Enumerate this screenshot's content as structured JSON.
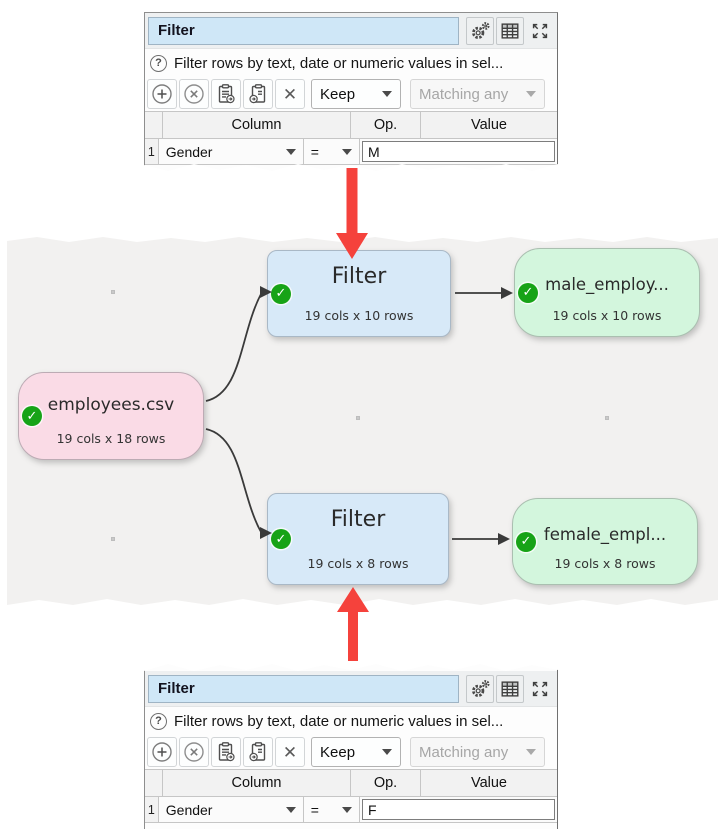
{
  "icons": {
    "check_glyph": "✓",
    "help_glyph": "?",
    "delete_glyph": "✕"
  },
  "colors": {
    "accent_red": "#f5423c",
    "canvas_bg": "#f2f1f0",
    "source_node": "#fadbe6",
    "filter_node": "#d7e9f8",
    "output_node": "#d3f6dd",
    "check_green": "#17a317",
    "title_field_blue": "#cfe7f7"
  },
  "panel": {
    "title": "Filter",
    "help_text": "Filter rows by text, date or numeric values in sel...",
    "keep_label": "Keep",
    "matching_label": "Matching any",
    "table": {
      "headers": [
        "Column",
        "Op.",
        "Value"
      ]
    }
  },
  "panels": {
    "top": {
      "row": {
        "num": "1",
        "column": "Gender",
        "op": "=",
        "value": "M"
      }
    },
    "bottom": {
      "row": {
        "num": "1",
        "column": "Gender",
        "op": "=",
        "value": "F"
      }
    }
  },
  "diagram": {
    "nodes": {
      "source": {
        "label": "employees.csv",
        "stats": "19 cols x 18 rows"
      },
      "filter_top": {
        "label": "Filter",
        "stats": "19 cols x 10 rows"
      },
      "output_top": {
        "label": "male_employ...",
        "stats": "19 cols x 10 rows"
      },
      "filter_bottom": {
        "label": "Filter",
        "stats": "19 cols x 8 rows"
      },
      "output_bottom": {
        "label": "female_empl...",
        "stats": "19 cols x 8 rows"
      }
    }
  }
}
